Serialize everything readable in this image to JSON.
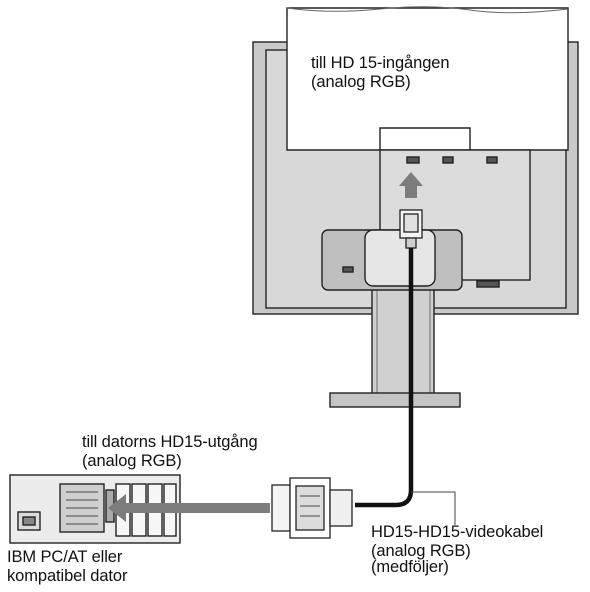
{
  "labels": {
    "monitor_input": {
      "line1": "till HD 15-ingången",
      "line2": "(analog RGB)"
    },
    "computer_output": {
      "line1": "till datorns HD15-utgång",
      "line2": "(analog RGB)"
    },
    "computer": {
      "line1": "IBM PC/AT eller",
      "line2": "kompatibel dator"
    },
    "cable": {
      "line1": "HD15-HD15-videokabel",
      "line2": "(analog RGB)",
      "line3": "(medföljer)"
    }
  }
}
